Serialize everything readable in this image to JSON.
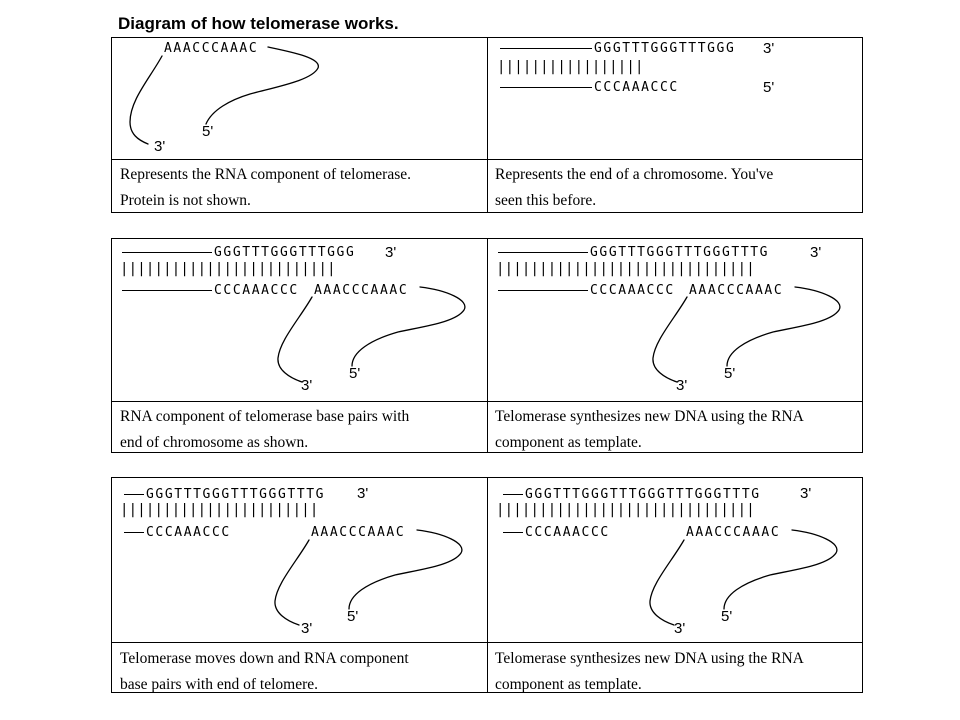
{
  "title": "Diagram of how telomerase works.",
  "panels": [
    {
      "rna": "AAACCCAAAC",
      "rna_3p": "3'",
      "rna_5p": "5'",
      "caption1": "Represents the RNA component of telomerase.",
      "caption2": "Protein is not shown."
    },
    {
      "top": "GGGTTTGGGTTTGGG",
      "bars": "|||||||||||||||||",
      "bottom": "CCCAAACCC",
      "top_end": "3'",
      "bottom_end": "5'",
      "caption1": "Represents the end of a chromosome.   You've",
      "caption2": "seen this before."
    },
    {
      "top": "GGGTTTGGGTTTGGG",
      "bars": "|||||||||||||||||||||||||",
      "bottom": "CCCAAACCC",
      "rna": "AAACCCAAAC",
      "top_end": "3'",
      "rna_3p": "3'",
      "rna_5p": "5'",
      "caption1": "RNA component of telomerase base pairs with",
      "caption2": "end of chromosome as shown."
    },
    {
      "top": "GGGTTTGGGTTTGGGTTTG",
      "bars": "||||||||||||||||||||||||||||||",
      "bottom": "CCCAAACCC",
      "rna": "AAACCCAAAC",
      "top_end": "3'",
      "rna_3p": "3'",
      "rna_5p": "5'",
      "caption1": "Telomerase synthesizes new DNA using the RNA",
      "caption2": "component as template."
    },
    {
      "top": "GGGTTTGGGTTTGGGTTTG",
      "bars": "|||||||||||||||||||||||",
      "bottom": "CCCAAACCC",
      "rna": "AAACCCAAAC",
      "top_end": "3'",
      "rna_3p": "3'",
      "rna_5p": "5'",
      "caption1": "Telomerase moves down and RNA component",
      "caption2": "base pairs with end of telomere."
    },
    {
      "top": "GGGTTTGGGTTTGGGTTTGGGTTTG",
      "bars": "||||||||||||||||||||||||||||||",
      "bottom": "CCCAAACCC",
      "rna": "AAACCCAAAC",
      "top_end": "3'",
      "rna_3p": "3'",
      "rna_5p": "5'",
      "caption1": "Telomerase synthesizes new DNA using the RNA",
      "caption2": "component as template."
    }
  ]
}
